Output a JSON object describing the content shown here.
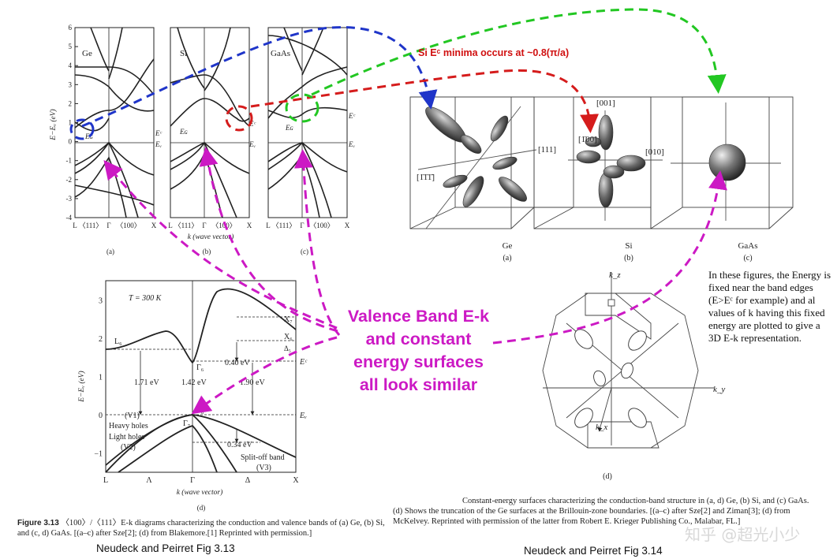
{
  "panels_top": {
    "ge_label": "Ge",
    "si_label": "Si",
    "gaas_label": "GaAs",
    "y_ticks": [
      "6",
      "5",
      "4",
      "3",
      "2",
      "1",
      "0",
      "-1",
      "-2",
      "-3",
      "-4"
    ],
    "ylabel": "E−Eᵥ (eV)",
    "x_ticks": [
      "L",
      "〈111〉",
      "Γ",
      "〈100〉",
      "X"
    ],
    "xlabel": "k (wave vector)",
    "ec": "Eᶜ",
    "ev": "Eᵥ",
    "eg": "Eɢ",
    "sub_a": "(a)",
    "sub_b": "(b)",
    "sub_c": "(c)"
  },
  "panel_d": {
    "temp": "T = 300 K",
    "y_ticks": [
      "3",
      "2",
      "1",
      "0",
      "−1"
    ],
    "ylabel": "E−Eᵥ (eV)",
    "x_ticks": [
      "L",
      "Λ",
      "Γ",
      "Δ",
      "X"
    ],
    "xlabel": "k (wave vector)",
    "l6": "L₆",
    "x7": "X₇",
    "x6": "X₆",
    "d5": "Δ₅",
    "g6": "Γ₆",
    "g8": "Γ₈",
    "g7": "Γ₇",
    "e171": "1.71 eV",
    "e142": "1.42 eV",
    "e190": "1.90 eV",
    "e040": "0.40 eV",
    "e034": "0.34 eV",
    "v1": "(V1)",
    "heavy": "Heavy holes",
    "light": "Light holes",
    "v2": "(V2)",
    "splitoff": "Split-off band",
    "v3": "(V3)",
    "ec": "Eᶜ",
    "ev": "Eᵥ",
    "sub_d": "(d)"
  },
  "fig313": {
    "label": "Figure 3.13",
    "text": "〈100〉/〈111〉E-k diagrams characterizing the conduction and valence bands of (a) Ge, (b) Si, and (c, d) GaAs. [(a–c) after Sze[2]; (d) from Blakemore.[1] Reprinted with permission.]",
    "credit": "Neudeck and Peirret Fig 3.13"
  },
  "cubes": {
    "ge": "Ge",
    "si": "Si",
    "gaas": "GaAs",
    "dir111": "[111]",
    "dir111bar": "[1̄1̄1̄]",
    "dir001": "[001]",
    "dir100bar": "[1̄00]",
    "dir010": "[010]",
    "sub_a": "(a)",
    "sub_b": "(b)",
    "sub_c": "(c)"
  },
  "bz": {
    "kz": "k_z",
    "ky": "k_y",
    "kx": "k_x",
    "sub_d": "(d)"
  },
  "fig314": {
    "text": "Constant-energy surfaces characterizing the conduction-band structure in (a, d) Ge, (b) Si, and (c) GaAs. (d) Shows the truncation of the Ge surfaces at the Brillouin-zone boundaries. [(a–c) after Sze[2] and Ziman[3]; (d) from McKelvey. Reprinted with permission of the latter from Robert E. Krieger Publishing Co., Malabar, FL.]",
    "credit": "Neudeck and Peirret Fig 3.14"
  },
  "annotations": {
    "si_minima": "Si Eᶜ minima occurs at ~0.8(π/a)",
    "valence_line1": "Valence Band E-k",
    "valence_line2": "and constant",
    "valence_line3": "energy surfaces",
    "valence_line4": "all look similar",
    "note": "In these figures, the Energy is fixed near the band edges (E>Eᶜ for example) and al values of k having this fixed energy are plotted to give a 3D E-k representation."
  },
  "watermark": "知乎 @超光小少",
  "colors": {
    "blue": "#1f35c9",
    "red": "#d51c1c",
    "green": "#22c722",
    "magenta": "#cc19c4",
    "ellipsoid": "#555555"
  }
}
